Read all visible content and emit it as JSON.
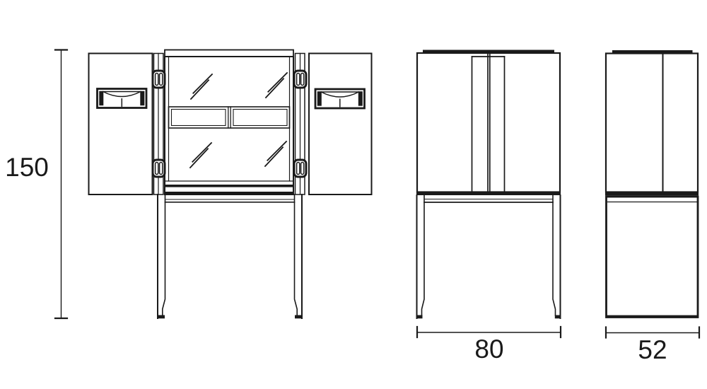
{
  "drawing": {
    "background": "#ffffff",
    "line_color": "#1a1a1a",
    "dimension_labels": {
      "height": "150",
      "width": "80",
      "depth": "52"
    },
    "views": {
      "left": "cabinet front view, doors open",
      "middle": "cabinet front view, doors closed",
      "right": "cabinet side view"
    }
  }
}
